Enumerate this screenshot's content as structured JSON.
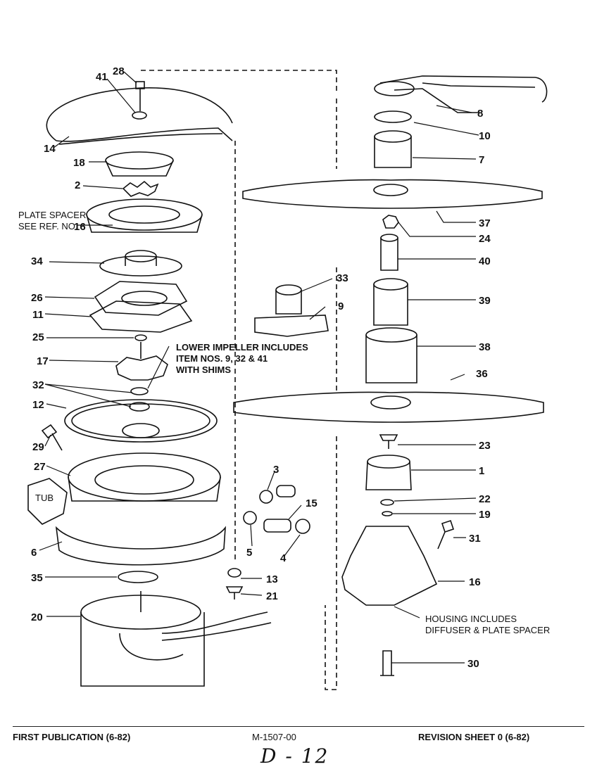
{
  "labels": {
    "l28": "28",
    "l41": "41",
    "l14": "14",
    "l18": "18",
    "l2": "2",
    "l34": "34",
    "l26": "26",
    "l11": "11",
    "l25": "25",
    "l17": "17",
    "l32": "32",
    "l12": "12",
    "l29": "29",
    "l27": "27",
    "l6": "6",
    "l35": "35",
    "l20": "20",
    "l33": "33",
    "l9": "9",
    "l3": "3",
    "l15": "15",
    "l5": "5",
    "l4": "4",
    "l13": "13",
    "l21": "21",
    "l8": "8",
    "l10": "10",
    "l7": "7",
    "l37": "37",
    "l24": "24",
    "l40": "40",
    "l39": "39",
    "l38": "38",
    "l36": "36",
    "l23": "23",
    "l1": "1",
    "l22": "22",
    "l19": "19",
    "l31": "31",
    "l16": "16",
    "l30": "30"
  },
  "notes": {
    "plate_spacer_1": "PLATE SPACER",
    "plate_spacer_2": "SEE REF. NO.",
    "plate_spacer_3": "16",
    "impeller_1": "LOWER IMPELLER INCLUDES",
    "impeller_2": "ITEM NOS. 9, 32 & 41",
    "impeller_3": "WITH SHIMS",
    "tub": "TUB",
    "housing_1": "HOUSING INCLUDES",
    "housing_2": "DIFFUSER & PLATE SPACER"
  },
  "footer": {
    "left": "FIRST PUBLICATION (6-82)",
    "center": "M-1507-00",
    "right": "REVISION SHEET 0 (6-82)",
    "handwritten": "D - 12"
  }
}
